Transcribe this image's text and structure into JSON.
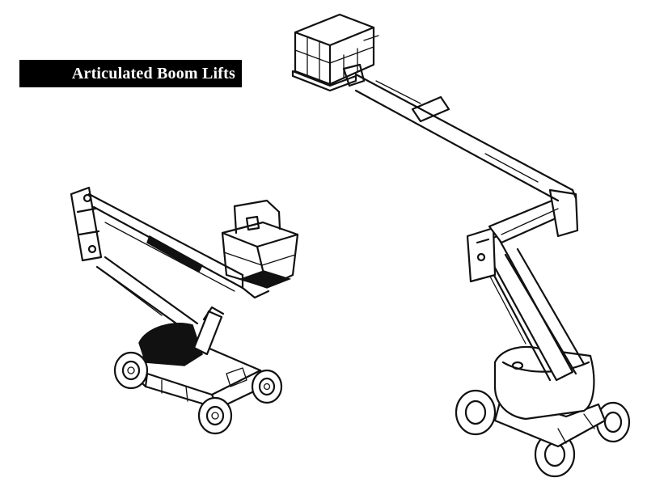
{
  "title": "Articulated Boom Lifts",
  "colors": {
    "ink": "#111111",
    "paper": "#ffffff",
    "title_bg": "#000000",
    "title_fg": "#ffffff"
  },
  "illustrations": [
    {
      "id": "small-articulated-boom-lift"
    },
    {
      "id": "large-articulated-boom-lift"
    }
  ]
}
